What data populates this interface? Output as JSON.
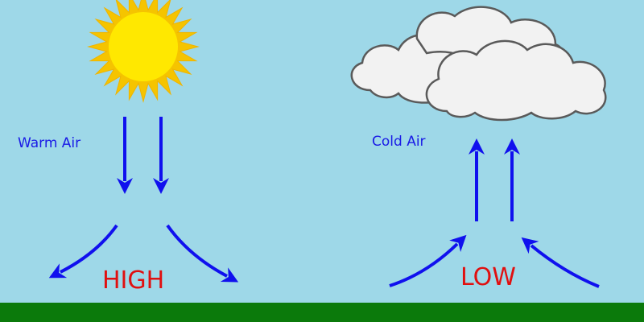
{
  "labels": {
    "warm_air": "Warm Air",
    "cold_air": "Cold Air",
    "high": "HIGH",
    "low": "LOW"
  },
  "colors": {
    "sky": "#9ed8e8",
    "ground": "#0b7a0b",
    "arrow": "#1010ee",
    "pressure_text": "#e01010",
    "air_text": "#1a1ae6",
    "sun_core": "#ffe800",
    "sun_rays": "#f5c400",
    "cloud_fill": "#f2f2f2",
    "cloud_stroke": "#5a5a5a"
  },
  "icons": {
    "sun": "sun-icon",
    "cloud": "cloud-icon"
  }
}
